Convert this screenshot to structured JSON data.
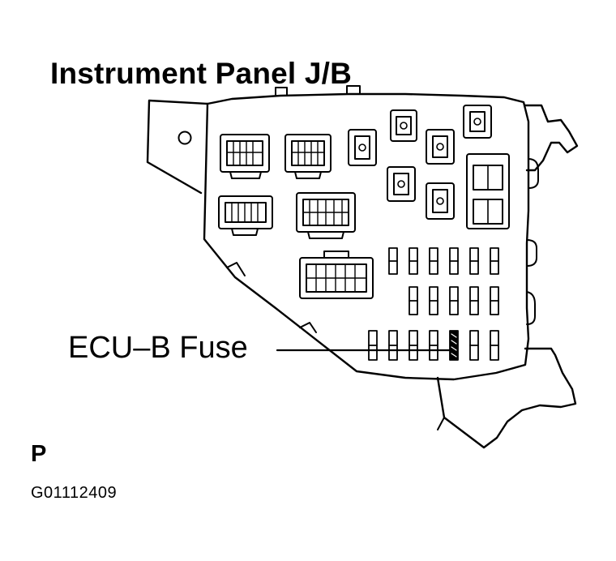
{
  "title": "Instrument Panel J/B",
  "callout_label": "ECU–B Fuse",
  "view_letter": "P",
  "figure_code": "G01112409",
  "colors": {
    "line": "#000000",
    "background": "#ffffff"
  }
}
